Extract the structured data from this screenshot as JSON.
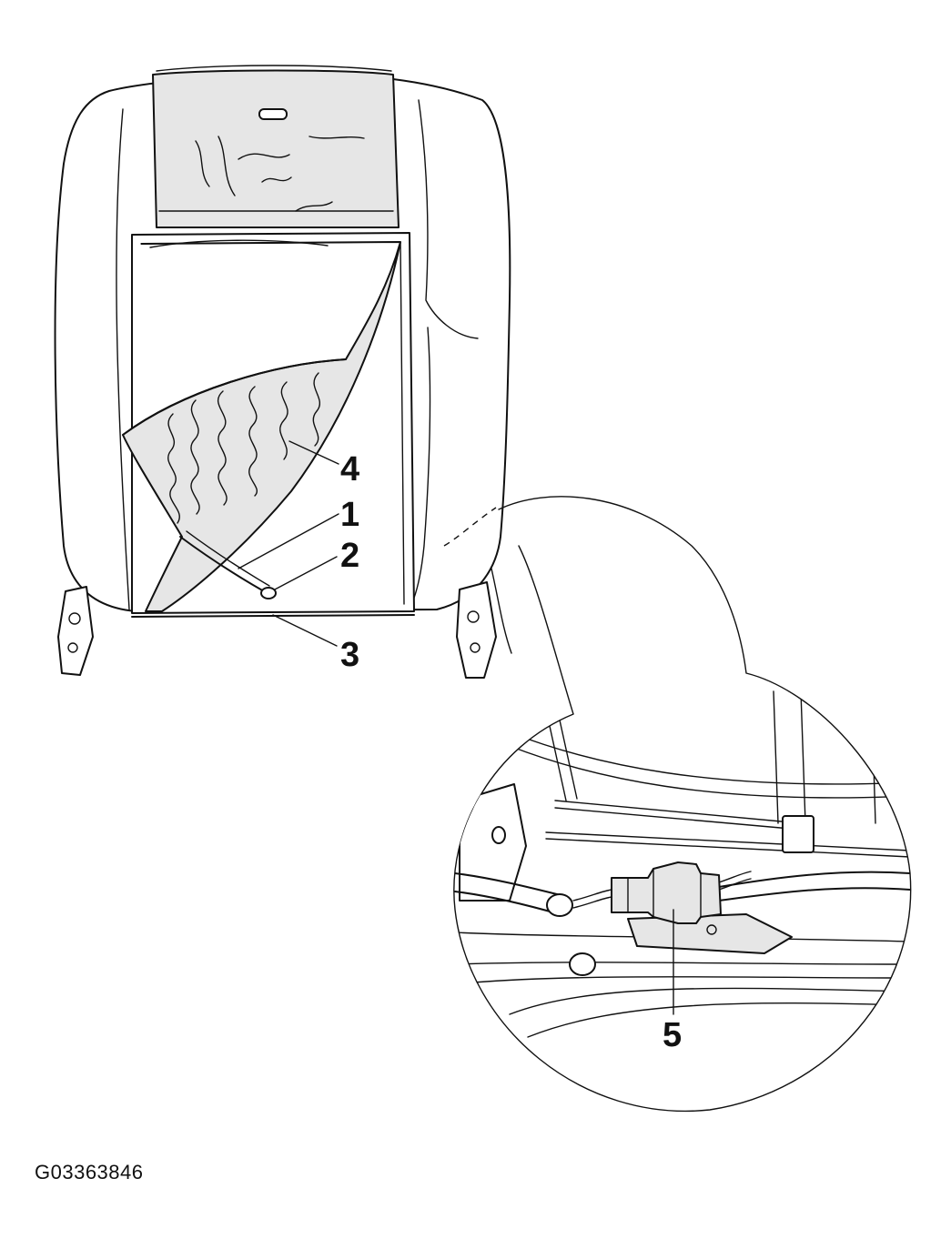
{
  "figure_id": "G03363846",
  "callouts": {
    "c1": "1",
    "c2": "2",
    "c3": "3",
    "c4": "4",
    "c5": "5"
  },
  "colors": {
    "line": "#111111",
    "panel_fill": "#e6e6e6",
    "background": "#ffffff"
  }
}
